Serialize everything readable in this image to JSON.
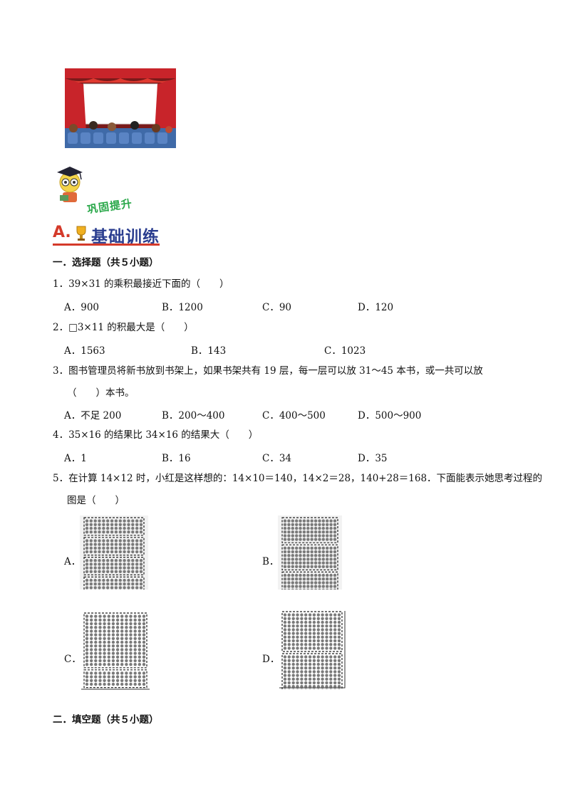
{
  "banner": {
    "letter": "A.",
    "title": "基础训练"
  },
  "mascot_caption": "巩固提升",
  "section1": {
    "title": "一．选择题（共５小题）"
  },
  "questions": [
    {
      "stem": "1．39×31 的乘积最接近下面的（　　）",
      "options": [
        "A．900",
        "B．1200",
        "C．90",
        "D．120"
      ]
    },
    {
      "stem": "2．□3×11 的积最大是（　　）",
      "options": [
        "A．1563",
        "B．143",
        "C．1023"
      ]
    },
    {
      "stem": "3．图书管理员将新书放到书架上，如果书架共有 19 层，每一层可以放 31～45 本书，或一共可以放",
      "stem2": "（　　）本书。",
      "options": [
        "A．不足 200",
        "B．200～400",
        "C．400～500",
        "D．500～900"
      ]
    },
    {
      "stem": "4．35×16 的结果比 34×16 的结果大（　　）",
      "options": [
        "A．1",
        "B．16",
        "C．34",
        "D．35"
      ]
    },
    {
      "stem": "5．在计算 14×12 时，小红是这样想的：14×10＝140，14×2＝28，140+28＝168．下面能表示她思考过程的",
      "stem2": "图是（　　）",
      "options": [
        "A．",
        "B．",
        "C．",
        "D．"
      ]
    }
  ],
  "section2": {
    "title": "二．填空题（共５小题）"
  }
}
